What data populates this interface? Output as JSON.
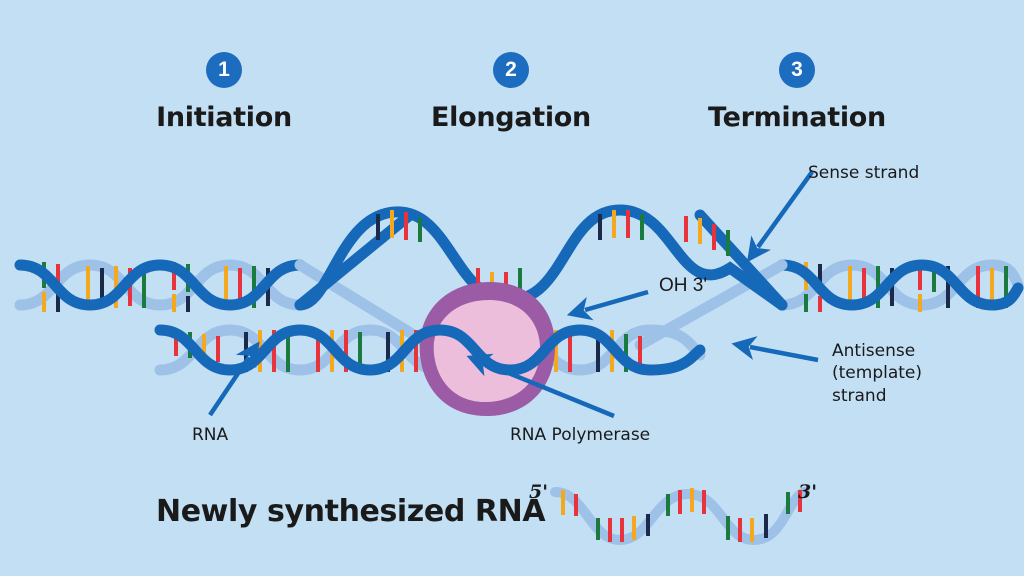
{
  "background_color": "#c3dff4",
  "palette": {
    "sense_strand": "#1668b8",
    "antisense_strand": "#9ec1e8",
    "polymerase_outer": "#9b5ba5",
    "polymerase_inner": "#edbedc",
    "arrow": "#1668b8",
    "badge": "#1c6cc0",
    "text": "#1a1a1a",
    "base_red": "#e8323c",
    "base_orange": "#f4a81d",
    "base_green": "#1b7a3d",
    "base_navy": "#1b2a4a"
  },
  "steps": [
    {
      "number": "1",
      "title": "Initiation"
    },
    {
      "number": "2",
      "title": "Elongation"
    },
    {
      "number": "3",
      "title": "Termination"
    }
  ],
  "annotations": {
    "sense_strand": "Sense strand",
    "oh_three_prime": "OH 3'",
    "antisense_strand": "Antisense\n(template)\nstrand",
    "rna": "RNA",
    "rna_polymerase": "RNA Polymerase"
  },
  "bottom": {
    "caption": "Newly synthesized RNA",
    "five_prime": "5'",
    "three_prime": "3'"
  },
  "icons": {
    "arrow_sense": "arrow-icon",
    "arrow_oh": "arrow-icon",
    "arrow_antisense": "arrow-icon",
    "arrow_rna": "arrow-icon",
    "arrow_polymerase": "arrow-icon"
  }
}
